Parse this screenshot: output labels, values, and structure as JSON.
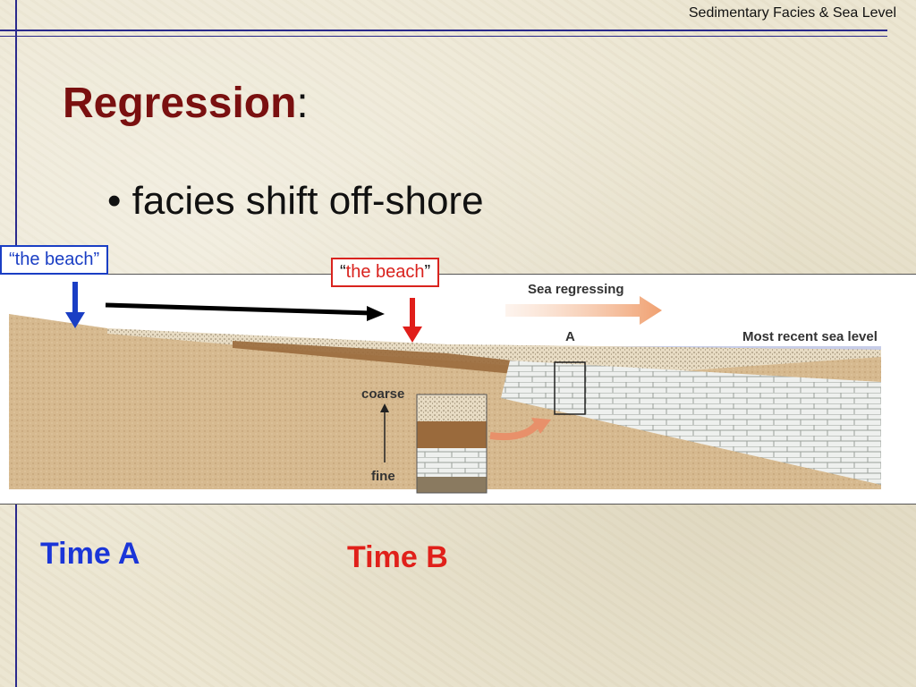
{
  "header": {
    "title": "Sedimentary Facies & Sea Level"
  },
  "slide": {
    "title": "Regression",
    "title_colon": ":",
    "bullet": "• facies shift off-shore"
  },
  "annotations": {
    "beach_a": "“the beach”",
    "beach_b_open": "“",
    "beach_b_text": "the beach",
    "beach_b_close": "”",
    "time_a": "Time A",
    "time_b": "Time B"
  },
  "diagram": {
    "sea_regressing": "Sea regressing",
    "point_a": "A",
    "sea_level": "Most recent sea level",
    "coarse": "coarse",
    "fine": "fine"
  },
  "colors": {
    "title": "#7a1010",
    "time_a": "#1a35d8",
    "time_b": "#e0201a",
    "rule": "#2a2a8c",
    "sand": "#d2b48c",
    "mud": "#9a6a3c",
    "water": "#c7cde8"
  }
}
